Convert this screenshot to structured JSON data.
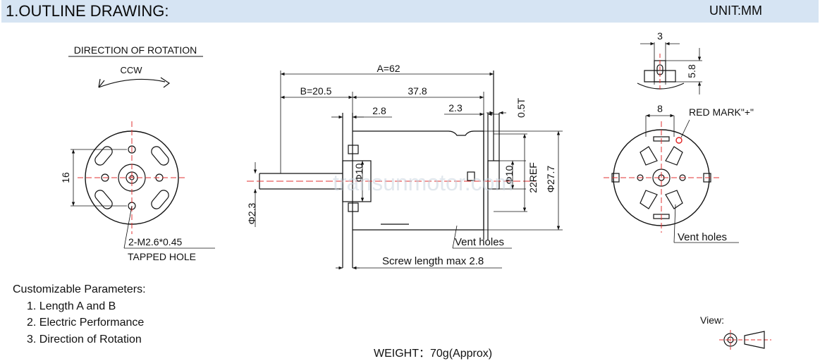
{
  "header": {
    "title": "1.OUTLINE DRAWING:",
    "unit": "UNIT:MM"
  },
  "rotation": {
    "title": "DIRECTION OF ROTATION",
    "direction": "CCW"
  },
  "front_left": {
    "spacing": "16",
    "hole_callout": "2-M2.6*0.45",
    "hole_type": "TAPPED HOLE"
  },
  "side": {
    "length_a": "A=62",
    "length_b": "B=20.5",
    "body_length": "37.8",
    "flange_left": "2.8",
    "flange_right": "2.3",
    "terminal_thickness": "0.5T",
    "shaft_dia": "Φ2.3",
    "boss_front": "Φ10",
    "boss_rear": "Φ10",
    "ref_height": "22REF",
    "body_dia": "Φ27.7",
    "vent_label": "Vent holes",
    "screw_note": "Screw length max 2.8"
  },
  "top_view": {
    "width": "3",
    "height": "5.8"
  },
  "rear": {
    "terminal_spacing": "8",
    "red_mark": "RED MARK\"+\"",
    "vent_label": "Vent holes"
  },
  "watermark": "transunmotor.com",
  "customizable": {
    "title": "Customizable Parameters:",
    "items": [
      "1. Length A and B",
      "2. Electric Performance",
      "3. Direction of Rotation"
    ]
  },
  "weight": "WEIGHT：70g(Approx)",
  "view_label": "View:",
  "colors": {
    "header_bg": "#d6e4f3",
    "line": "#111111",
    "center": "#e03030",
    "red_mark": "#e02020"
  }
}
